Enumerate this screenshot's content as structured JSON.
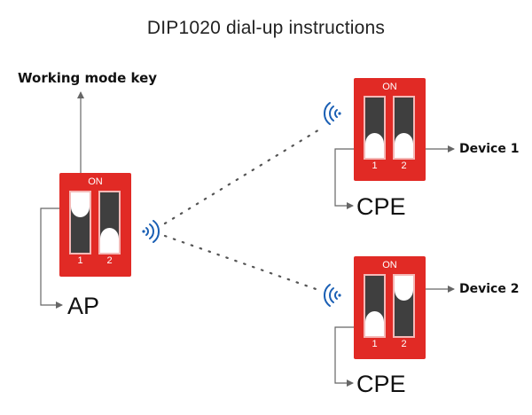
{
  "title": "DIP1020 dial-up instructions",
  "ap": {
    "mode_key_label": "Working mode key",
    "label": "AP",
    "dip": {
      "on_label": "ON",
      "switch1_number": "1",
      "switch2_number": "2",
      "switch1": "down",
      "switch2": "up"
    }
  },
  "cpe1": {
    "label": "CPE",
    "device_label": "Device 1",
    "dip": {
      "on_label": "ON",
      "switch1_number": "1",
      "switch2_number": "2",
      "switch1": "up",
      "switch2": "up"
    }
  },
  "cpe2": {
    "label": "CPE",
    "device_label": "Device 2",
    "dip": {
      "on_label": "ON",
      "switch1_number": "1",
      "switch2_number": "2",
      "switch1": "up",
      "switch2": "down"
    }
  },
  "colors": {
    "dip_red": "#e12a25",
    "wifi_blue": "#1a5fb4",
    "line_gray": "#666666"
  },
  "icons": [
    "wifi-signal-icon",
    "arrow-icon"
  ]
}
